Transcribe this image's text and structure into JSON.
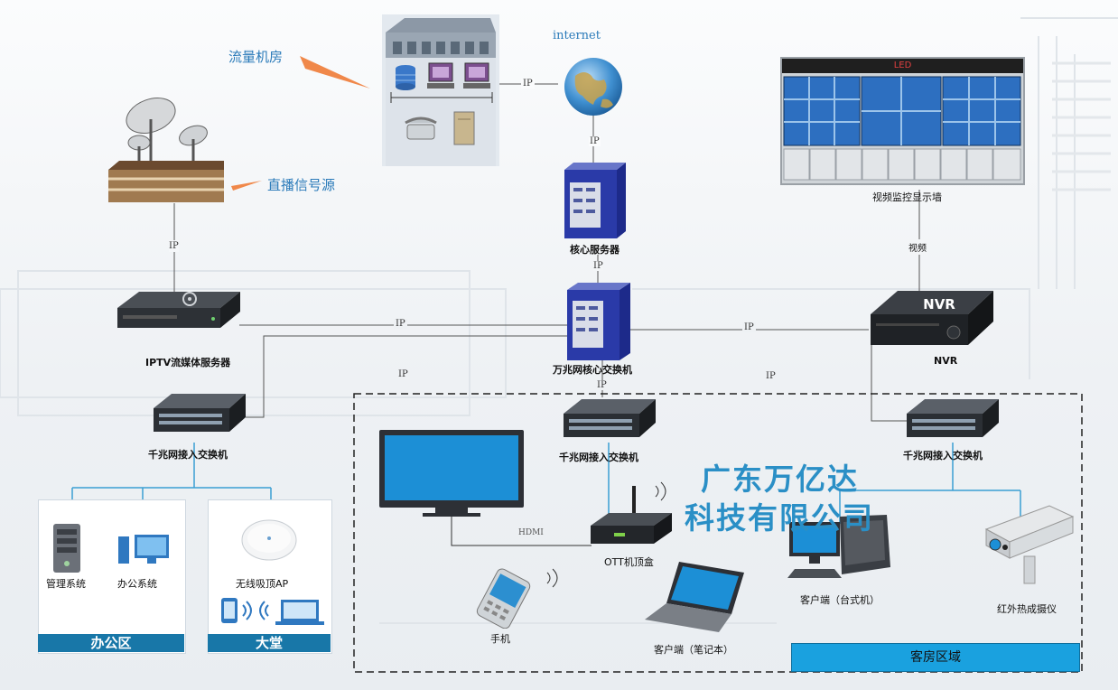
{
  "labels": {
    "traffic_room": "流量机房",
    "live_source": "直播信号源",
    "internet": "internet",
    "video_wall": "视频监控显示墙",
    "led": "LED",
    "core_server": "核心服务器",
    "iptv_server": "IPTV流媒体服务器",
    "core_switch": "万兆网核心交换机",
    "nvr_device": "NVR",
    "nvr_label": "NVR",
    "switch_left": "千兆网接入交换机",
    "switch_mid": "千兆网接入交换机",
    "switch_right": "千兆网接入交换机",
    "mgmt_system": "管理系统",
    "office_system": "办公系统",
    "wireless_ap": "无线吸顶AP",
    "office_zone": "办公区",
    "lobby_zone": "大堂",
    "hdmi": "HDMI",
    "ott_box": "OTT机顶盒",
    "phone": "手机",
    "laptop": "客户端（笔记本）",
    "desktop": "客户端（台式机）",
    "thermal_cam": "红外热成摄仪",
    "guest_zone": "客房区域",
    "video": "视频"
  },
  "company": {
    "line1": "广东万亿达",
    "line2": "科技有限公司"
  },
  "ip_label": "IP",
  "colors": {
    "accent_blue": "#1877a8",
    "company_text": "#2a8fc6",
    "link_line": "#555555",
    "lan_line": "#3a9fd3"
  }
}
